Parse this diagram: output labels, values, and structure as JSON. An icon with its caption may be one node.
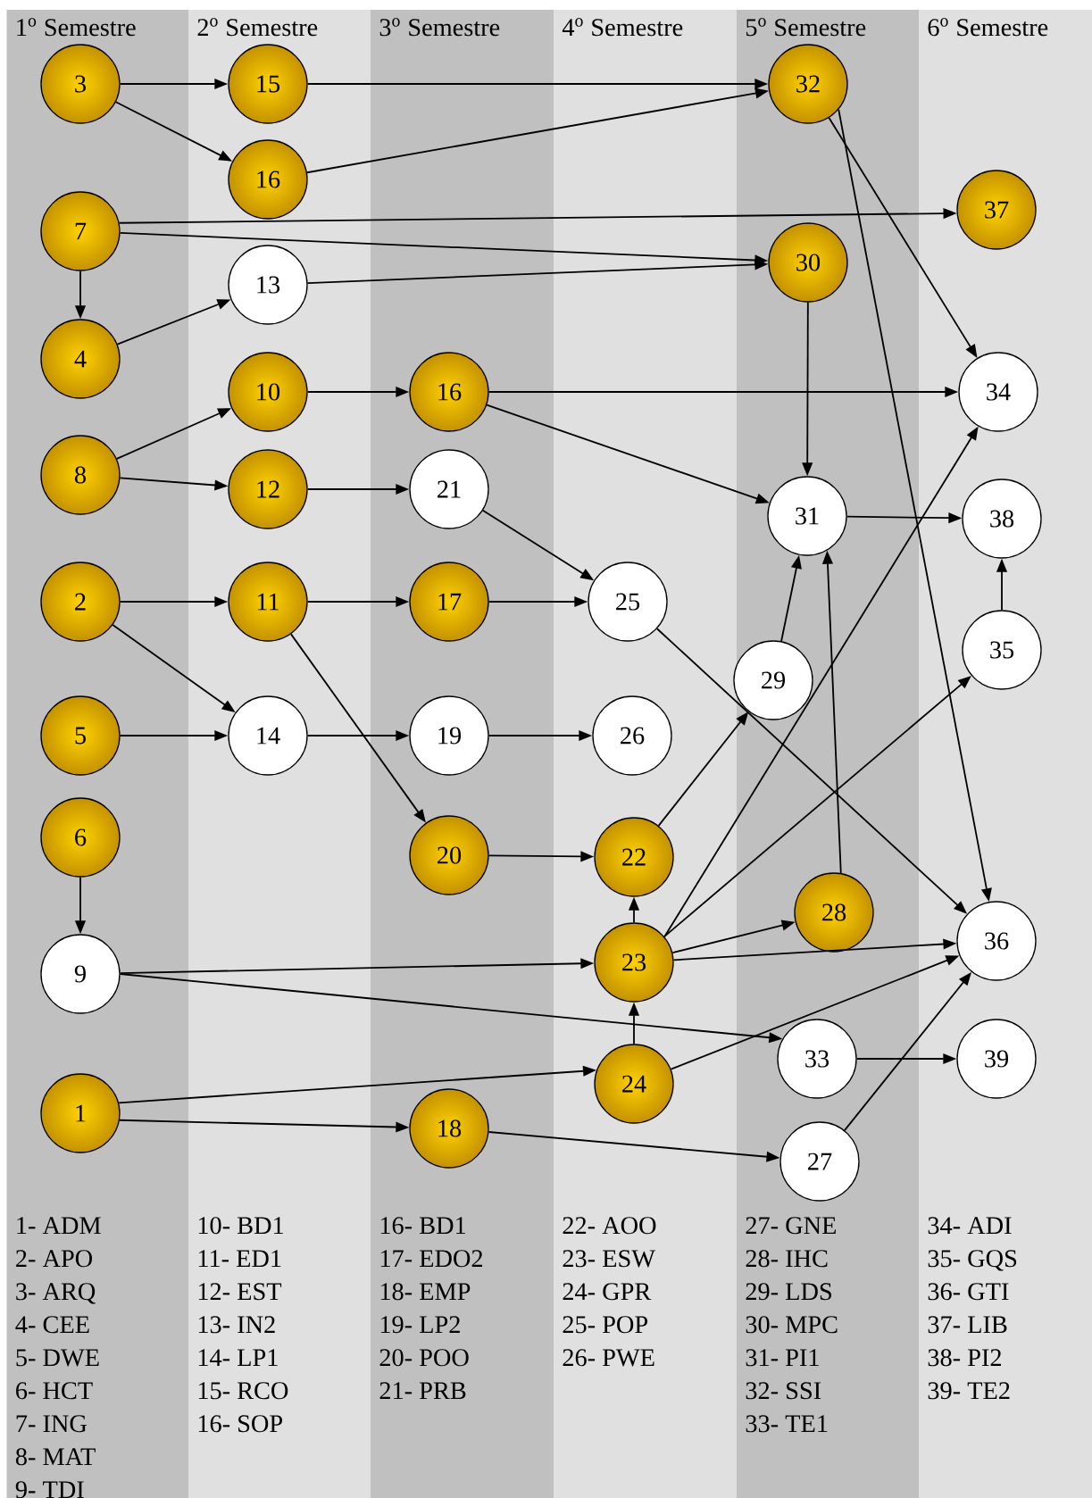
{
  "diagram": {
    "nodes": [
      {
        "text": [
          "3"
        ]
      },
      {
        "text": [
          "7"
        ]
      },
      {
        "text": [
          "4"
        ]
      },
      {
        "text": [
          "8"
        ]
      },
      {
        "text": [
          "2"
        ]
      },
      {
        "text": [
          "5"
        ]
      },
      {
        "text": [
          "6"
        ]
      },
      {
        "text": [
          "9"
        ]
      },
      {
        "text": [
          "1"
        ]
      },
      {
        "text": [
          "15"
        ]
      },
      {
        "text": [
          "16"
        ]
      },
      {
        "text": [
          "13"
        ]
      },
      {
        "text": [
          "10"
        ]
      },
      {
        "text": [
          "12"
        ]
      },
      {
        "text": [
          "11"
        ]
      },
      {
        "text": [
          "14"
        ]
      },
      {
        "text": [
          "16"
        ]
      },
      {
        "text": [
          "21"
        ]
      },
      {
        "text": [
          "17"
        ]
      },
      {
        "text": [
          "19"
        ]
      },
      {
        "text": [
          "20"
        ]
      },
      {
        "text": [
          "18"
        ]
      },
      {
        "text": [
          "25"
        ]
      },
      {
        "text": [
          "26"
        ]
      },
      {
        "text": [
          "22"
        ]
      },
      {
        "text": [
          "23"
        ]
      },
      {
        "text": [
          "24"
        ]
      },
      {
        "text": [
          "32"
        ]
      },
      {
        "text": [
          "30"
        ]
      },
      {
        "text": [
          "31"
        ]
      },
      {
        "text": [
          "29"
        ]
      },
      {
        "text": [
          "28"
        ]
      },
      {
        "text": [
          "33"
        ]
      },
      {
        "text": [
          "27"
        ]
      },
      {
        "text": [
          "37"
        ]
      },
      {
        "text": [
          "34"
        ]
      },
      {
        "text": [
          "38"
        ]
      },
      {
        "text": [
          "35"
        ]
      },
      {
        "text": [
          "36"
        ]
      },
      {
        "text": [
          "39"
        ]
      }
    ],
    "edges": [
      {
        "from": 0,
        "to": 9,
        "arrow": "to"
      },
      {
        "from": 0,
        "to": 10,
        "arrow": "to"
      },
      {
        "from": 9,
        "to": 27,
        "arrow": "to"
      },
      {
        "from": 10,
        "to": 27,
        "arrow": "to"
      },
      {
        "from": 1,
        "to": 34,
        "arrow": "to"
      },
      {
        "from": 1,
        "to": 28,
        "arrow": "to"
      },
      {
        "from": 1,
        "to": 2,
        "arrow": "to"
      },
      {
        "from": 2,
        "to": 11,
        "arrow": "to"
      },
      {
        "from": 11,
        "to": 28,
        "arrow": "to"
      },
      {
        "from": 3,
        "to": 12,
        "arrow": "to"
      },
      {
        "from": 3,
        "to": 13,
        "arrow": "to"
      },
      {
        "from": 12,
        "to": 16,
        "arrow": "to"
      },
      {
        "from": 16,
        "to": 35,
        "arrow": "to"
      },
      {
        "from": 16,
        "to": 29,
        "arrow": "to"
      },
      {
        "from": 13,
        "to": 17,
        "arrow": "to"
      },
      {
        "from": 17,
        "to": 22,
        "arrow": "to"
      },
      {
        "from": 4,
        "to": 14,
        "arrow": "to"
      },
      {
        "from": 4,
        "to": 15,
        "arrow": "to"
      },
      {
        "from": 14,
        "to": 18,
        "arrow": "to"
      },
      {
        "from": 14,
        "to": 20,
        "arrow": "to"
      },
      {
        "from": 18,
        "to": 22,
        "arrow": "to"
      },
      {
        "from": 5,
        "to": 15,
        "arrow": "to"
      },
      {
        "from": 15,
        "to": 19,
        "arrow": "to"
      },
      {
        "from": 19,
        "to": 23,
        "arrow": "to"
      },
      {
        "from": 6,
        "to": 7,
        "arrow": "to"
      },
      {
        "from": 7,
        "to": 25,
        "arrow": "to"
      },
      {
        "from": 7,
        "to": 32,
        "arrow": "to"
      },
      {
        "from": 20,
        "to": 24,
        "arrow": "to"
      },
      {
        "from": 24,
        "to": 30,
        "arrow": "to"
      },
      {
        "from": 25,
        "to": 24,
        "arrow": "to"
      },
      {
        "from": 26,
        "to": 25,
        "arrow": "to"
      },
      {
        "from": 25,
        "to": 35,
        "arrow": "to"
      },
      {
        "from": 25,
        "to": 37,
        "arrow": "to"
      },
      {
        "from": 25,
        "to": 31,
        "arrow": "to"
      },
      {
        "from": 25,
        "to": 38,
        "arrow": "to"
      },
      {
        "from": 26,
        "to": 38,
        "arrow": "to"
      },
      {
        "from": 8,
        "to": 26,
        "arrow": "to"
      },
      {
        "from": 8,
        "to": 21,
        "arrow": "to"
      },
      {
        "from": 21,
        "to": 33,
        "arrow": "to"
      },
      {
        "from": 33,
        "to": 38,
        "arrow": "to"
      },
      {
        "from": 22,
        "to": 38,
        "arrow": "to"
      },
      {
        "from": 30,
        "to": 29,
        "arrow": "to"
      },
      {
        "from": 31,
        "to": 29,
        "arrow": "to"
      },
      {
        "from": 28,
        "to": 29,
        "arrow": "to"
      },
      {
        "from": 29,
        "to": 36,
        "arrow": "to"
      },
      {
        "from": 37,
        "to": 36,
        "arrow": "to"
      },
      {
        "from": 27,
        "to": 35,
        "arrow": "to"
      },
      {
        "from": 27,
        "to": 38,
        "arrow": "to"
      },
      {
        "from": 32,
        "to": 39,
        "arrow": "to"
      }
    ],
    "labels": [
      "1$^{o}$ Semestre",
      "2$^{o}$ Semestre",
      "3$^{o}$ Semestre",
      "4$^{o}$ Semestre",
      "5$^{o}$ Semestre",
      "6$^{o}$ Semestre",
      "1- ADM",
      "2- APO",
      "3- ARQ",
      "4- CEE",
      "5- DWE",
      "6- HCT",
      "7- ING",
      "8- MAT",
      "9- TDI",
      "10- BD1",
      "11- ED1",
      "12- EST",
      "13- IN2",
      "14- LP1",
      "15- RCO",
      "16- SOP",
      "16- BD1",
      "17- EDO2",
      "18- EMP",
      "19- LP2",
      "20- POO",
      "21- PRB",
      "22- AOO",
      "23- ESW",
      "24- GPR",
      "25- POP",
      "26- PWE",
      "27- GNE",
      "28- IHC",
      "29- LDS",
      "30- MPC",
      "31- PI1",
      "32- SSI",
      "33- TE1",
      "34- ADI",
      "35- GQS",
      "36- GTI",
      "37- LIB",
      "38- PI2",
      "39- TE2"
    ]
  }
}
